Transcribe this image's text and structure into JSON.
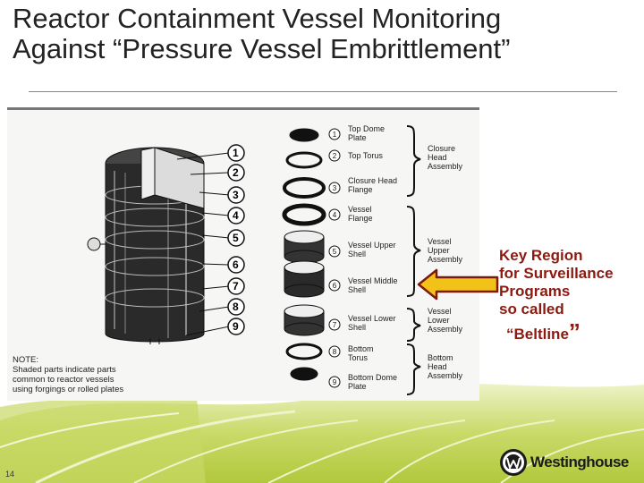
{
  "slide": {
    "title_line1": "Reactor Containment Vessel Monitoring",
    "title_line2": "Against “Pressure Vessel Embrittlement”",
    "page_number": "14",
    "logo_text": "Westinghouse"
  },
  "diagram": {
    "numbers": [
      "1",
      "2",
      "3",
      "4",
      "5",
      "6",
      "7",
      "8",
      "9"
    ],
    "parts": [
      {
        "num": "1",
        "label": "Top Dome\nPlate"
      },
      {
        "num": "2",
        "label": "Top Torus"
      },
      {
        "num": "3",
        "label": "Closure Head\nFlange"
      },
      {
        "num": "4",
        "label": "Vessel\nFlange"
      },
      {
        "num": "5",
        "label": "Vessel Upper\nShell"
      },
      {
        "num": "6",
        "label": "Vessel Middle\nShell"
      },
      {
        "num": "7",
        "label": "Vessel Lower\nShell"
      },
      {
        "num": "8",
        "label": "Bottom\nTorus"
      },
      {
        "num": "9",
        "label": "Bottom Dome\nPlate"
      }
    ],
    "assemblies": [
      {
        "label": "Closure\nHead\nAssembly"
      },
      {
        "label": "Vessel\nUpper\nAssembly"
      },
      {
        "label": "Vessel\nLower\nAssembly"
      },
      {
        "label": "Bottom\nHead\nAssembly"
      }
    ],
    "note": {
      "heading": "NOTE:",
      "line1": "Shaded parts indicate parts",
      "line2": "common to reactor vessels",
      "line3": "using forgings or rolled plates"
    }
  },
  "callout": {
    "line1": "Key Region",
    "line2": "for Surveillance",
    "line3": "Programs",
    "line4": "so called",
    "line5": "“Beltline",
    "line5_close": "”",
    "text_color": "#8b1a10",
    "arrow_fill": "#f2c218",
    "arrow_stroke": "#7a1a10"
  },
  "colors": {
    "leaf_green": "#b9cf4a",
    "leaf_light": "#dfe9a2"
  }
}
